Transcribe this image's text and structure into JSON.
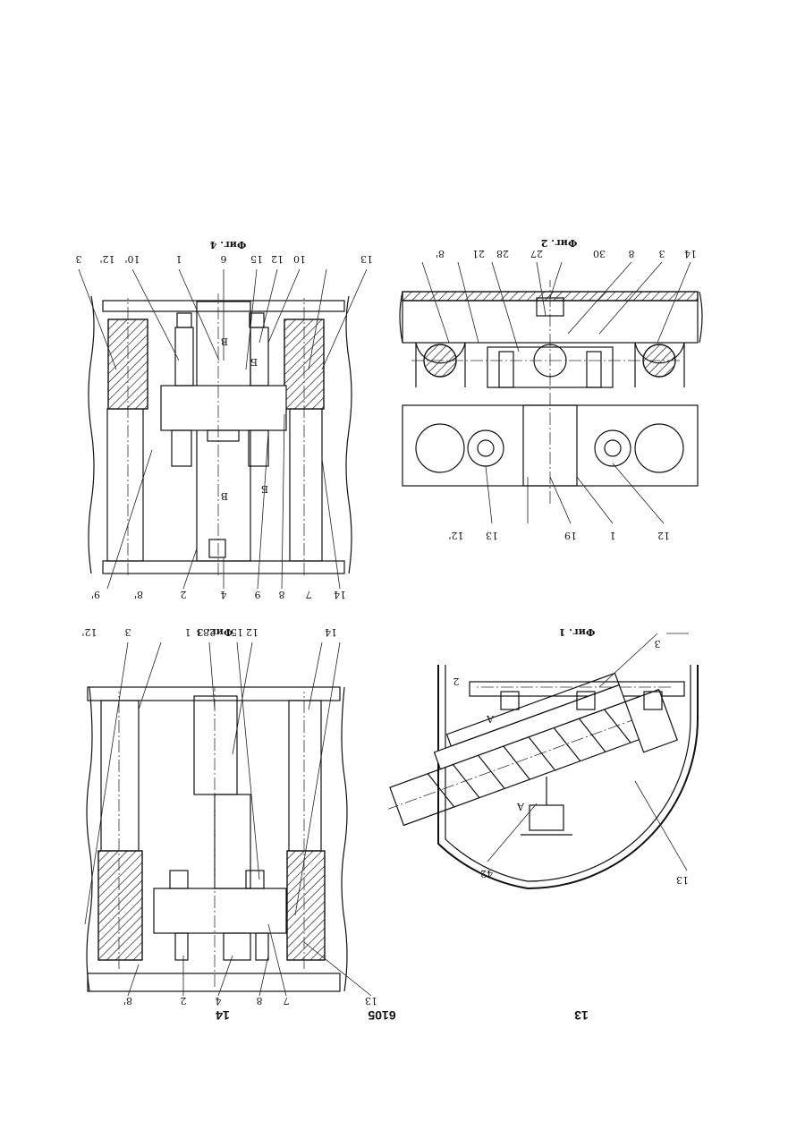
{
  "page_numbers": {
    "left": "14",
    "center": "6105",
    "right": "13"
  },
  "figures": {
    "fig1": {
      "caption": "Фиг. 1",
      "labels": [
        "3",
        "A",
        "2",
        "A",
        "42",
        "13"
      ]
    },
    "fig2": {
      "caption": "Фиг. 2",
      "labels_top": [
        "8'",
        "21",
        "28",
        "27",
        "30",
        "8",
        "3",
        "14"
      ],
      "labels_bottom": [
        "12'",
        "13",
        "19",
        "1",
        "12"
      ]
    },
    "fig3": {
      "caption": "Фиг. 3",
      "labels_top": [
        "12'",
        "3",
        "1",
        "28",
        "15",
        "12",
        "14"
      ],
      "labels_bottom": [
        "8'",
        "2",
        "4",
        "8",
        "7",
        "13"
      ]
    },
    "fig4": {
      "caption": "Фиг. 4",
      "labels_top": [
        "3",
        "12'",
        "10'",
        "1",
        "6",
        "15",
        "12",
        "10",
        "13"
      ],
      "labels_bottom": [
        "9'",
        "8'",
        "2",
        "4",
        "9",
        "8",
        "7",
        "14"
      ],
      "markers": [
        "B",
        "Б",
        "B",
        "Б"
      ]
    }
  }
}
